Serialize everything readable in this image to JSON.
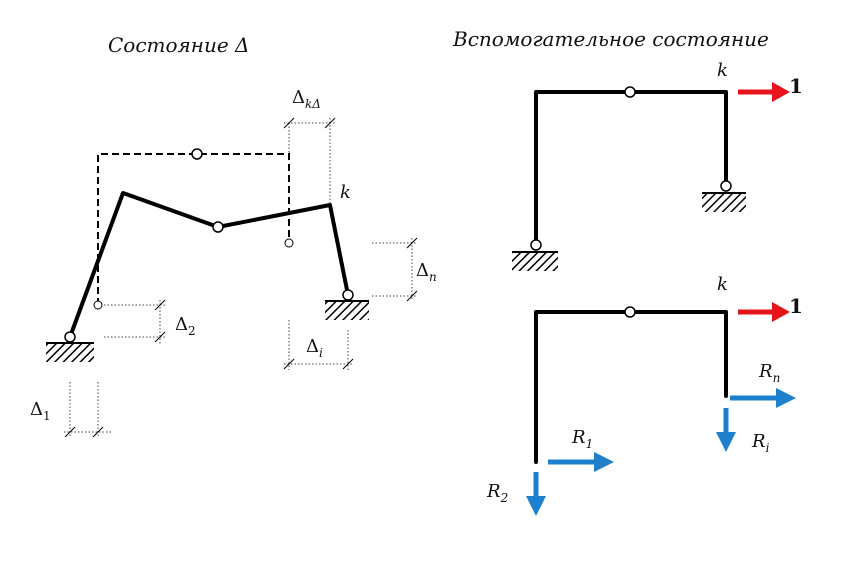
{
  "left": {
    "title": "Состояние Δ",
    "labels": {
      "delta_k_main": "Δ",
      "delta_k_sub": "kΔ",
      "k": "k",
      "delta_n_main": "Δ",
      "delta_n_sub": "n",
      "delta_2_main": "Δ",
      "delta_2_sub": "2",
      "delta_i_main": "Δ",
      "delta_i_sub": "i",
      "delta_1_main": "Δ",
      "delta_1_sub": "1"
    }
  },
  "right": {
    "title": "Вспомогательное состояние",
    "top": {
      "k": "k",
      "unit": "1"
    },
    "bottom": {
      "k": "k",
      "unit": "1",
      "r1_main": "R",
      "r1_sub": "1",
      "r2_main": "R",
      "r2_sub": "2",
      "rn_main": "R",
      "rn_sub": "n",
      "ri_main": "R",
      "ri_sub": "i"
    }
  },
  "colors": {
    "unit_arrow": "#e8141c",
    "reaction_arrow": "#1e7fcc",
    "frame": "#000000"
  }
}
